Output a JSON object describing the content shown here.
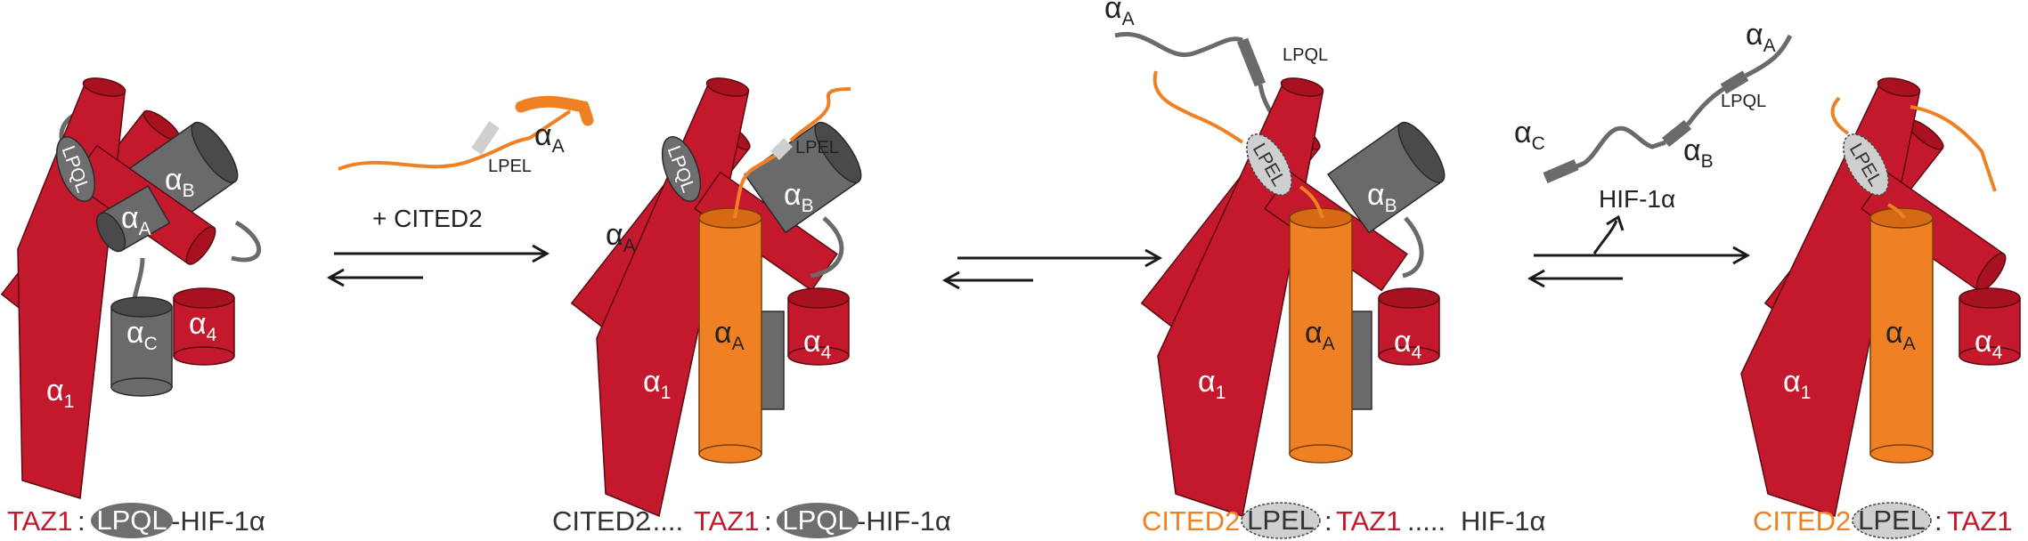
{
  "colors": {
    "taz1_red": "#c4182c",
    "taz1_red_dark": "#8f1020",
    "cited2_orange": "#ef8124",
    "hif_gray": "#6a6a6c",
    "hif_gray_dark": "#4a4a4c",
    "lpel_fill": "#cfcfcf",
    "lpql_fill": "#6e6e70",
    "arrow": "#1a1a1a",
    "caption_text": "#333333"
  },
  "helix_labels": {
    "alpha": "α",
    "sub_1": "1",
    "sub_4": "4",
    "sub_A": "A",
    "sub_B": "B",
    "sub_C": "C"
  },
  "motifs": {
    "lpql": "LPQL",
    "lpel": "LPEL"
  },
  "arrows": {
    "add_cited2": "+ CITED2",
    "release_hif": "HIF-1α"
  },
  "captions": {
    "state1": {
      "taz1": "TAZ1",
      "colon": ":",
      "motif": "LPQL",
      "hif": "-HIF-1α"
    },
    "state2": {
      "cited2": "CITED2",
      "dots": ".....",
      "taz1": "TAZ1",
      "colon": ":",
      "motif": "LPQL",
      "hif": "-HIF-1α"
    },
    "state3": {
      "cited2": "CITED2-",
      "motif": "LPEL",
      "colon": ":",
      "taz1": "TAZ1",
      "dots": ".....",
      "hif": "HIF-1α"
    },
    "state4": {
      "cited2": "CITED2-",
      "motif": "LPEL",
      "colon": ":",
      "taz1": "TAZ1"
    }
  }
}
